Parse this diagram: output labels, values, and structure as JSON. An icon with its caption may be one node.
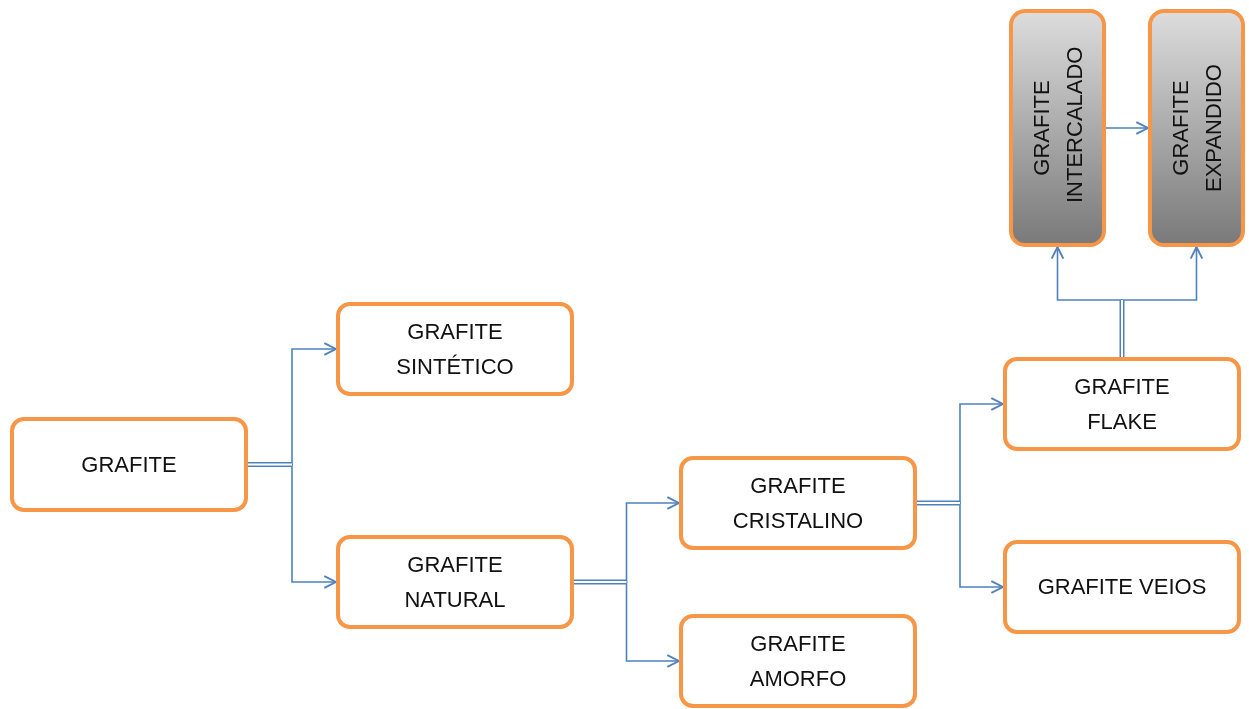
{
  "diagram": {
    "nodes": [
      {
        "text": [
          "GRAFITE"
        ]
      },
      {
        "text": [
          "GRAFITE SINTÉTICO"
        ]
      },
      {
        "text": [
          "GRAFITE NATURAL"
        ]
      },
      {
        "text": [
          "GRAFITE CRISTALINO"
        ]
      },
      {
        "text": [
          "GRAFITE AMORFO"
        ]
      },
      {
        "text": [
          "GRAFITE FLAKE"
        ]
      },
      {
        "text": [
          "GRAFITE VEIOS"
        ]
      },
      {
        "text": [
          "GRAFITE INTERCALADO"
        ]
      },
      {
        "text": [
          "GRAFITE EXPANDIDO"
        ]
      }
    ],
    "edges": [
      {
        "from": 0,
        "to": 1,
        "arrow": "to"
      },
      {
        "from": 0,
        "to": 2,
        "arrow": "to"
      },
      {
        "from": 2,
        "to": 3,
        "arrow": "to"
      },
      {
        "from": 2,
        "to": 4,
        "arrow": "to"
      },
      {
        "from": 3,
        "to": 5,
        "arrow": "to"
      },
      {
        "from": 3,
        "to": 6,
        "arrow": "to"
      },
      {
        "from": 5,
        "to": 7,
        "arrow": "to"
      },
      {
        "from": 5,
        "to": 8,
        "arrow": "to"
      },
      {
        "from": 7,
        "to": 8,
        "arrow": "to"
      }
    ]
  }
}
